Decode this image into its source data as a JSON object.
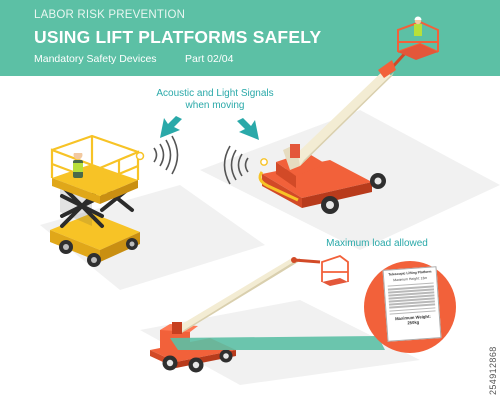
{
  "header": {
    "category": "LABOR RISK PREVENTION",
    "title": "USING LIFT PLATFORMS SAFELY",
    "subtitle": "Mandatory Safety Devices",
    "part": "Part 02/04"
  },
  "annotations": {
    "signals": "Acoustic and Light Signals when moving",
    "max_load": "Maximum load allowed"
  },
  "load_plate": {
    "title": "Telescopic Lifting Platform",
    "max_height": "Maximum Height: 13m",
    "max_weight": "Maximum Weight: 250kg"
  },
  "side_code": "254912868",
  "colors": {
    "header_bg": "#5cc0a5",
    "machine_orange": "#f2613a",
    "machine_yellow": "#f7c326",
    "boom_beige": "#f3ecd3",
    "callout_teal": "#2aa9a9"
  },
  "icons": [
    "sound-waves-icon",
    "arrow-down-icon",
    "worker-icon"
  ]
}
